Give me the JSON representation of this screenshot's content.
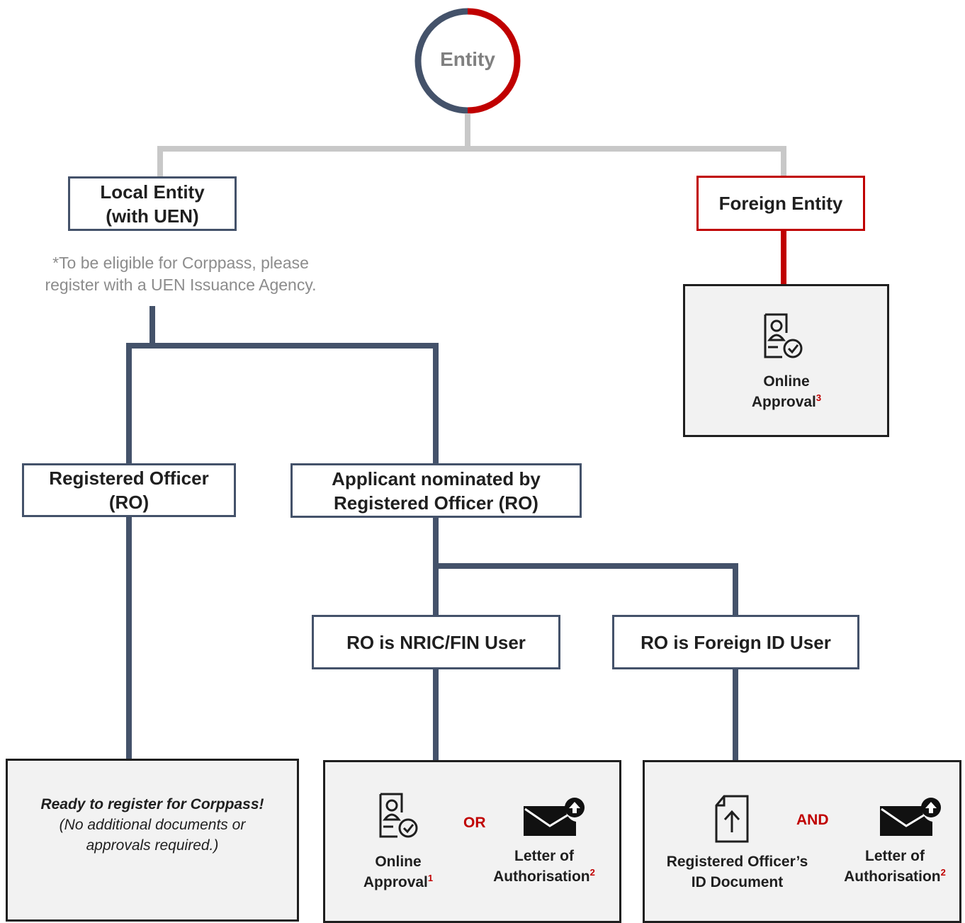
{
  "entity": {
    "label": "Entity"
  },
  "local": {
    "line1": "Local Entity",
    "line2": "(with UEN)"
  },
  "foreign": {
    "label": "Foreign Entity"
  },
  "note": {
    "line1": "*To be eligible for Corppass, please",
    "line2": "register with a UEN Issuance Agency."
  },
  "foreign_approval": {
    "line1": "Online",
    "line2": "Approval",
    "sup": "3"
  },
  "ro": {
    "line1": "Registered Officer",
    "line2": "(RO)"
  },
  "applicant": {
    "line1": "Applicant nominated by",
    "line2": "Registered Officer (RO)"
  },
  "nric": {
    "label": "RO is NRIC/FIN User"
  },
  "foreign_id": {
    "label": "RO is Foreign ID User"
  },
  "ready": {
    "line1": "Ready to register for Corppass!",
    "line2": "(No additional documents or",
    "line3": "approvals required.)"
  },
  "nric_result": {
    "approval_line1": "Online",
    "approval_line2": "Approval",
    "approval_sup": "1",
    "connector": "OR",
    "letter_line1": "Letter of",
    "letter_line2": "Authorisation",
    "letter_sup": "2"
  },
  "foreign_result": {
    "doc_line1": "Registered Officer’s",
    "doc_line2": "ID Document",
    "connector": "AND",
    "letter_line1": "Letter of",
    "letter_line2": "Authorisation",
    "letter_sup": "2"
  },
  "colors": {
    "slate": "#44526a",
    "red": "#c00000",
    "grey_line": "#c8c8c8",
    "box_fill": "#f2f2f2"
  },
  "icons": [
    "person-doc-check-icon",
    "envelope-upload-icon",
    "doc-upload-icon"
  ]
}
